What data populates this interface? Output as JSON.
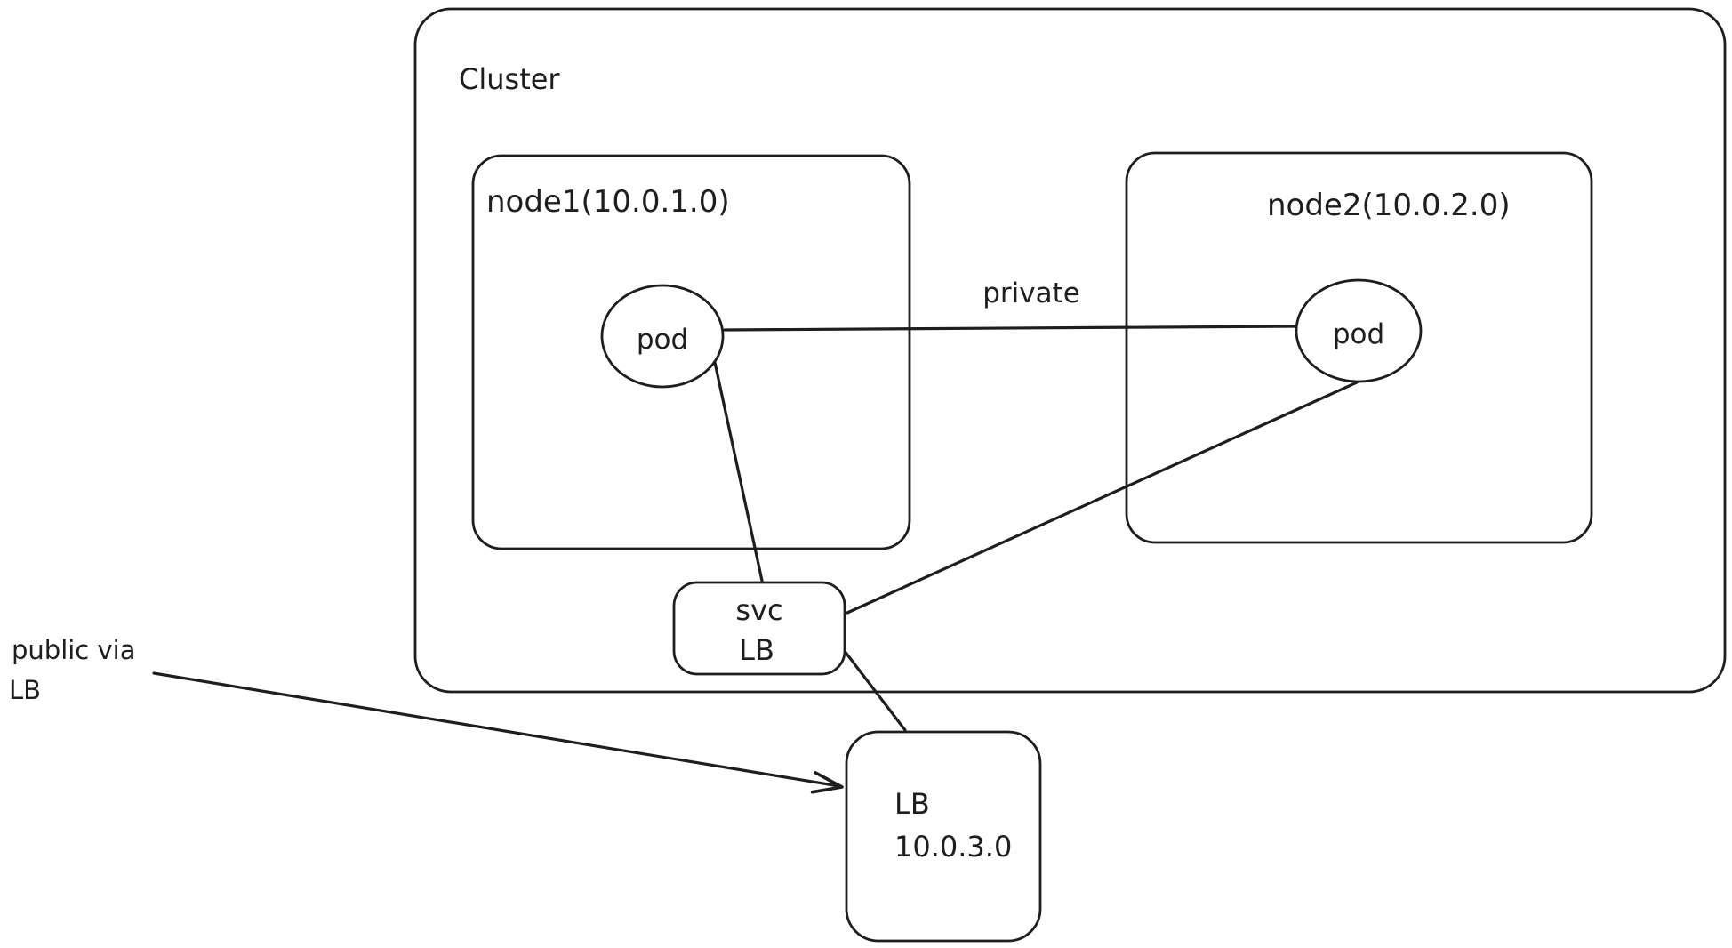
{
  "colors": {
    "stroke": "#1e1e1e",
    "background": "#ffffff"
  },
  "cluster": {
    "label": "Cluster"
  },
  "nodes": {
    "node1": {
      "label": "node1(10.0.1.0)",
      "pod": "pod"
    },
    "node2": {
      "label": "node2(10.0.2.0)",
      "pod": "pod"
    }
  },
  "service": {
    "line1": "svc",
    "line2": "LB"
  },
  "load_balancer": {
    "line1": "LB",
    "line2": "10.0.3.0"
  },
  "connections": {
    "private_label": "private"
  },
  "annotation": {
    "line1": "public via",
    "line2": "LB"
  }
}
